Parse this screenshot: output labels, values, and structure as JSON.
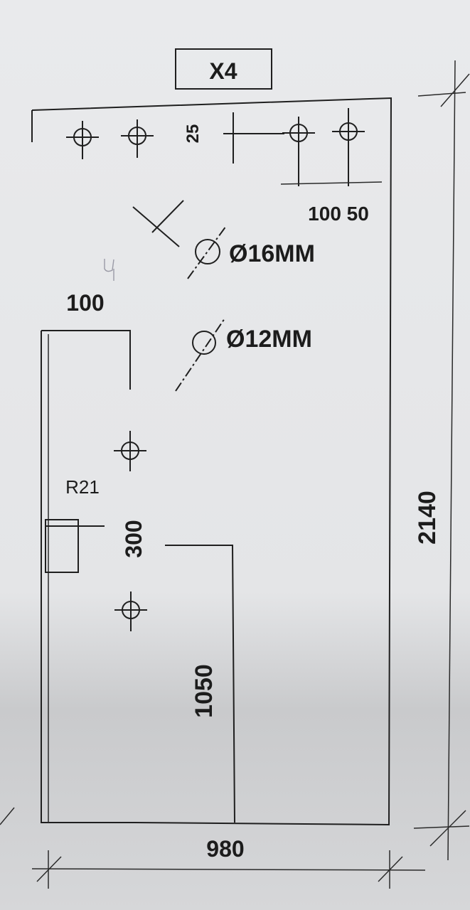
{
  "drawing": {
    "title": "X4",
    "labels": {
      "dim_25": "25",
      "dim_100_50": "100 50",
      "hole_16": "Ø16MM",
      "hole_12": "Ø12MM",
      "dim_100": "100",
      "radius": "R21",
      "dim_300": "300",
      "dim_1050": "1050",
      "dim_2140": "2140",
      "dim_980": "980"
    }
  }
}
